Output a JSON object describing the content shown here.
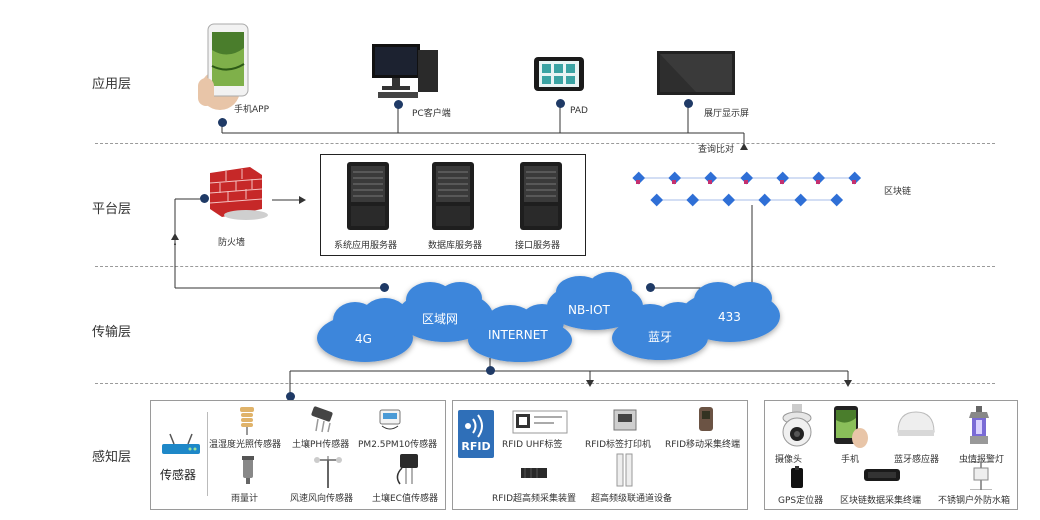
{
  "layers": {
    "application": "应用层",
    "platform": "平台层",
    "transport": "传输层",
    "perception": "感知层"
  },
  "application": {
    "phone_app": "手机APP",
    "pc_client": "PC客户端",
    "pad": "PAD",
    "hall_screen": "展厅显示屏"
  },
  "platform": {
    "firewall": "防火墙",
    "servers": [
      "系统应用服务器",
      "数据库服务器",
      "接口服务器"
    ],
    "query_compare": "查询比对",
    "blockchain": "区块链"
  },
  "transport": {
    "clouds": [
      "4G",
      "区域网",
      "INTERNET",
      "NB-IOT",
      "蓝牙",
      "433"
    ]
  },
  "perception": {
    "sensors": {
      "title": "传感器",
      "items": [
        "温湿度光照传感器",
        "土壤PH传感器",
        "PM2.5PM10传感器",
        "雨量计",
        "风速风向传感器",
        "土壤EC值传感器"
      ]
    },
    "rfid": {
      "logo": "RFID",
      "items": [
        "RFID UHF标签",
        "RFID标签打印机",
        "RFID移动采集终端",
        "RFID超高频采集装置",
        "超高频级联通道设备"
      ]
    },
    "devices": {
      "items": [
        "摄像头",
        "手机",
        "蓝牙感应器",
        "虫情报警灯",
        "GPS定位器",
        "区块链数据采集终端",
        "不锈钢户外防水箱"
      ]
    }
  },
  "colors": {
    "node": "#1f3a66",
    "cloud": "#3d86db",
    "blockchain": "#2f6fd6"
  }
}
